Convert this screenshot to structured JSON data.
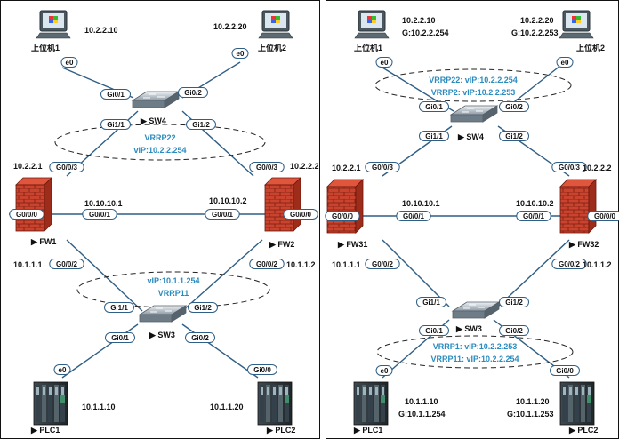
{
  "left": {
    "pc1": {
      "name": "上位机1",
      "ip": "10.2.2.10"
    },
    "pc2": {
      "name": "上位机2",
      "ip": "10.2.2.20"
    },
    "sw4": {
      "name": "SW4"
    },
    "vrrp_top": {
      "id": "VRRP22",
      "vip": "vIP:10.2.2.254"
    },
    "fw1": {
      "name": "FW1",
      "ip_top": "10.2.2.1",
      "ip_bottom": "10.1.1.1",
      "ip_link": "10.10.10.1"
    },
    "fw2": {
      "name": "FW2",
      "ip_top": "10.2.2.2",
      "ip_bottom": "10.1.1.2",
      "ip_link": "10.10.10.2"
    },
    "vrrp_bottom": {
      "vip": "vIP:10.1.1.254",
      "id": "VRRP11"
    },
    "sw3": {
      "name": "SW3"
    },
    "plc1": {
      "name": "PLC1",
      "ip": "10.1.1.10"
    },
    "plc2": {
      "name": "PLC2",
      "ip": "10.1.1.20"
    }
  },
  "right": {
    "pc1": {
      "name": "上位机1",
      "ip": "10.2.2.10",
      "gw": "G:10.2.2.254"
    },
    "pc2": {
      "name": "上位机2",
      "ip": "10.2.2.20",
      "gw": "G:10.2.2.253"
    },
    "vrrp_top": {
      "line1": "VRRP22:  vIP:10.2.2.254",
      "line2": "VRRP2:  vIP:10.2.2.253"
    },
    "sw4": {
      "name": "SW4"
    },
    "fw31": {
      "name": "FW31",
      "ip_top": "10.2.2.1",
      "ip_bottom": "10.1.1.1",
      "ip_link": "10.10.10.1"
    },
    "fw32": {
      "name": "FW32",
      "ip_top": "10.2.2.2",
      "ip_bottom": "10.1.1.2",
      "ip_link": "10.10.10.2"
    },
    "sw3": {
      "name": "SW3"
    },
    "vrrp_bottom": {
      "line1": "VRRP1:  vIP:10.2.2.253",
      "line2": "VRRP11:  vIP:10.2.2.254"
    },
    "plc1": {
      "name": "PLC1",
      "ip": "10.1.1.10",
      "gw": "G:10.1.1.254"
    },
    "plc2": {
      "name": "PLC2",
      "ip": "10.1.1.20",
      "gw": "G:10.1.1.253"
    }
  },
  "ports": {
    "e0": "e0",
    "gi0_1": "Gi0/1",
    "gi0_2": "Gi0/2",
    "gi1_1": "Gi1/1",
    "gi1_2": "Gi1/2",
    "gi0_0": "Gi0/0",
    "g0_0_0": "G0/0/0",
    "g0_0_1": "G0/0/1",
    "g0_0_2": "G0/0/2",
    "g0_0_3": "G0/0/3"
  },
  "colors": {
    "vrrp_text": "#2a8bbf",
    "link": "#2f5f86",
    "port_border": "#2f5f86",
    "firewall": "#c2402c"
  },
  "device_marker": "▶"
}
